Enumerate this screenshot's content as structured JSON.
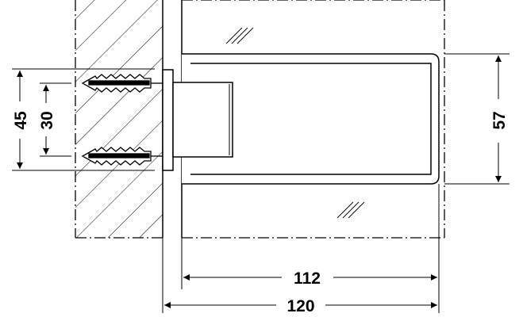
{
  "drawing": {
    "title": "Glass shelf support bracket dimension drawing",
    "units": "mm",
    "colors": {
      "line": "#000000",
      "background": "#ffffff"
    },
    "dimensions": {
      "width_outer": "120",
      "width_inner": "112",
      "height_clamp": "57",
      "height_plate": "45",
      "anchor_spacing": "30"
    }
  }
}
